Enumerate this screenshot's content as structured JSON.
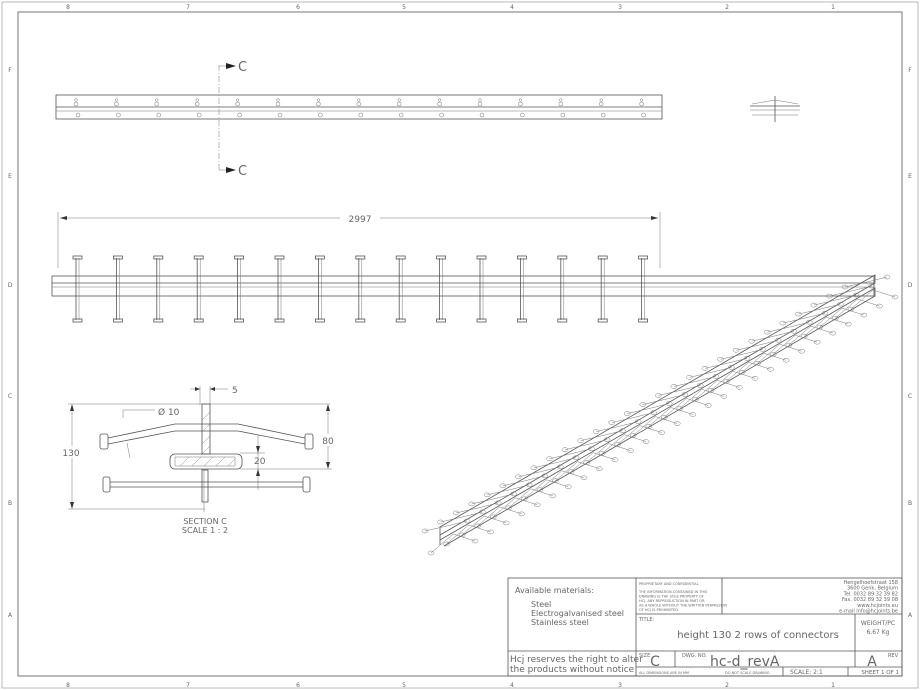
{
  "border": {
    "top_zones": [
      "8",
      "7",
      "6",
      "5",
      "4",
      "3",
      "2",
      "1"
    ],
    "side_zones": [
      "F",
      "E",
      "D",
      "C",
      "B",
      "A"
    ]
  },
  "top_view": {
    "section_label": "C"
  },
  "elevation": {
    "overall_dimension": "2997"
  },
  "section": {
    "thickness": "5",
    "diameter": "Ø 10",
    "height": "130",
    "upper_height": "80",
    "slot_height": "20",
    "title": "SECTION C",
    "scale": "SCALE 1 : 2"
  },
  "title_block": {
    "materials_heading": "Available materials:",
    "materials": [
      "Steel",
      "Electrogalvanised steel",
      "Stainless steel"
    ],
    "notice_line1": "Hcj reserves the right to alter",
    "notice_line2": "the products without notice",
    "proprietary_heading": "PROPRIETARY AND CONFIDENTIAL",
    "proprietary_text": [
      "THE INFORMATION CONTAINED IN THIS",
      "DRAWING IS THE SOLE PROPERTY OF",
      "HCJ. ANY REPRODUCTION IN PART OR",
      "AS A WHOLE WITHOUT THE WRITTEN PERMISSION",
      "OF HCJ IS PROHIBITED."
    ],
    "address": [
      "Hengelhoefstraat 158",
      "3600 Genk, Belgium",
      "Tel. 0032 89 32 39 82",
      "Fax. 0032 89 32 39 08",
      "www.hcjoints.eu",
      "e-mail info@hcjoints.be"
    ],
    "title_label": "TITLE:",
    "title": "height 130 2 rows of connectors",
    "weight_label": "WEIGHT/PC",
    "weight": "6.67 Kg",
    "size_label": "SIZE",
    "size": "C",
    "dwg_label": "DWG. NO.",
    "dwg_no": "hc-d_revA",
    "rev_label": "REV",
    "rev": "A",
    "dims_note": "ALL DIMENSIONS ARE IN MM",
    "scale_note": "DO NOT SCALE DRAWING",
    "scale": "SCALE: 2:1",
    "sheet": "SHEET 1 OF 1"
  }
}
